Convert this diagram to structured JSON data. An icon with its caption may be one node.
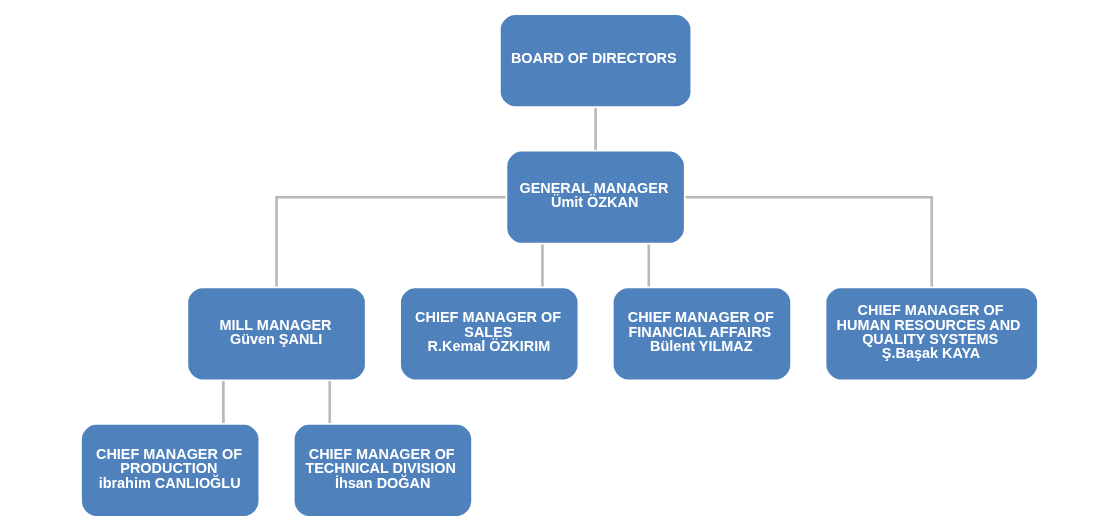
{
  "diagram": {
    "nodes": [
      {
        "text": [
          "BOARD OF DIRECTORS"
        ]
      },
      {
        "text": [
          "GENERAL MANAGER",
          "Ümit ÖZKAN"
        ]
      },
      {
        "text": [
          "MILL MANAGER",
          "Güven ŞANLI"
        ]
      },
      {
        "text": [
          "CHIEF MANAGER OF PRODUCTION",
          "ibrahim CANLIOĞLU"
        ]
      },
      {
        "text": [
          "CHIEF MANAGER OF TECHNICAL DIVISION",
          "İhsan DOĞAN"
        ]
      },
      {
        "text": [
          "CHIEF MANAGER OF SALES",
          "R.Kemal ÖZKIRIM"
        ]
      },
      {
        "text": [
          "CHIEF MANAGER OF FINANCIAL AFFAIRS",
          "Bülent YILMAZ"
        ]
      },
      {
        "text": [
          "CHIEF MANAGER OF HUMAN RESOURCES AND QUALITY SYSTEMS",
          "Ş.Başak KAYA"
        ]
      }
    ],
    "edges": [
      {
        "from": 0,
        "to": 1,
        "arrow": "none"
      },
      {
        "from": 1,
        "to": 2,
        "arrow": "none"
      },
      {
        "from": 2,
        "to": 3,
        "arrow": "none"
      },
      {
        "from": 2,
        "to": 4,
        "arrow": "none"
      },
      {
        "from": 1,
        "to": 5,
        "arrow": "none"
      },
      {
        "from": 1,
        "to": 6,
        "arrow": "none"
      },
      {
        "from": 1,
        "to": 7,
        "arrow": "none"
      }
    ]
  }
}
